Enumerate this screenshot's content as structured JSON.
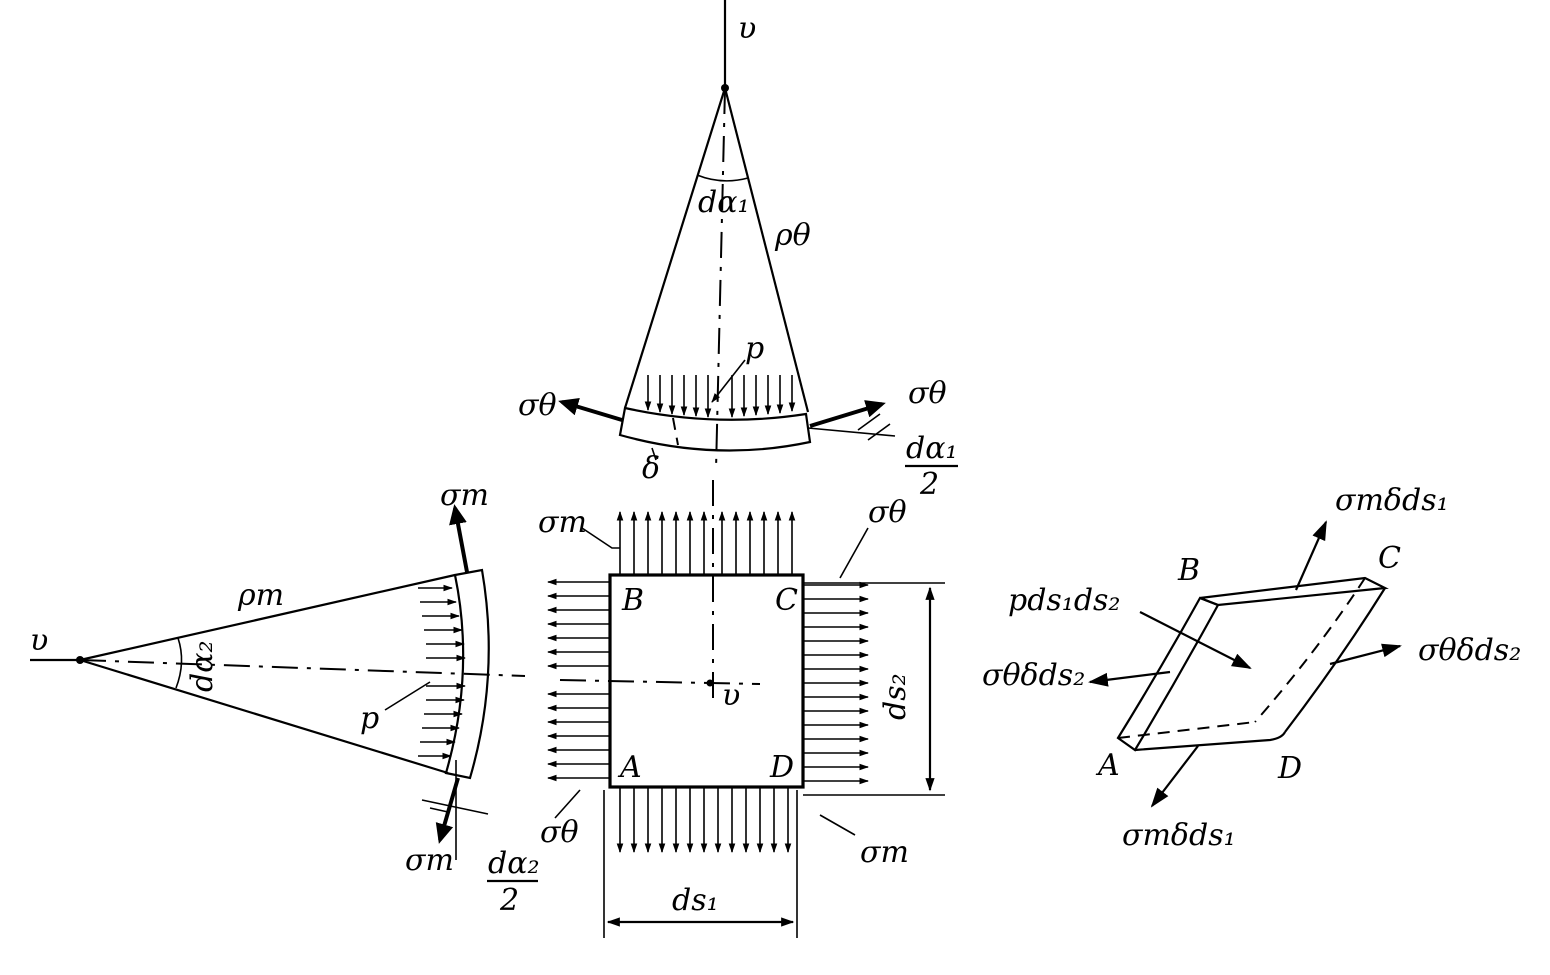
{
  "labels": {
    "v_top": "υ",
    "d_alpha1": "dα₁",
    "rho_theta": "ρθ",
    "p_top": "p",
    "sigma_theta_left": "σθ",
    "sigma_theta_right": "σθ",
    "delta": "δ",
    "half_dalpha1_num": "dα₁",
    "half_dalpha1_den": "2",
    "sigma_m_top": "σm",
    "sigma_m_block": "σm",
    "sigma_theta_block": "σθ",
    "B": "B",
    "C": "C",
    "A": "A",
    "D": "D",
    "v_center": "υ",
    "ds2": "ds₂",
    "ds1": "ds₁",
    "sigma_theta_bottom": "σθ",
    "sigma_m_bottom": "σm",
    "v_left": "υ",
    "rho_m": "ρm",
    "d_alpha2": "dα₂",
    "p_left": "p",
    "sigma_m_bot_left": "σm",
    "half_dalpha2_num": "dα₂",
    "half_dalpha2_den": "2",
    "iso_sigma_m_top": "σmδds₁",
    "iso_B": "B",
    "iso_C": "C",
    "iso_pressure": "pds₁ds₂",
    "iso_sigma_theta_left": "σθδds₂",
    "iso_sigma_theta_right": "σθδds₂",
    "iso_A": "A",
    "iso_D": "D",
    "iso_sigma_m_bottom": "σmδds₁"
  }
}
